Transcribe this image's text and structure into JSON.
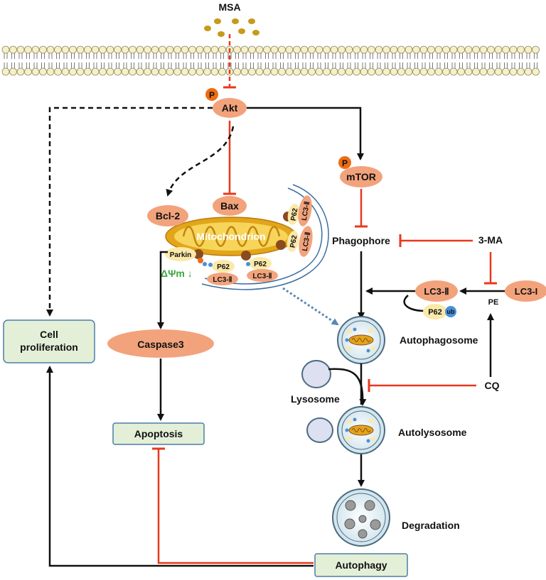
{
  "colors": {
    "inhibit": "#e8381e",
    "activate": "#111111",
    "node_fill": "#f2a37c",
    "box_fill": "#e4efd8",
    "box_stroke": "#4a7fa8",
    "phospho": "#ee6c13",
    "mito_outer": "#e3a519",
    "mito_inner": "#f7d55a",
    "mito_dot": "#8a4b1f",
    "membrane_head": "#f8f0c4",
    "drug_dot": "#c89a1a",
    "delta_text": "#3aa83a",
    "dotted_arrow": "#5a87b3",
    "ub_fill": "#4a90d9",
    "p62_fill": "#fbe9a9"
  },
  "labels": {
    "msa": "MSA",
    "p": "P",
    "akt": "Akt",
    "bcl2": "Bcl-2",
    "bax": "Bax",
    "mitochondrion": "Mitochondrion",
    "mtor": "mTOR",
    "phagophore": "Phagophore",
    "three_ma": "3-MA",
    "lc3_2": "LC3-Ⅱ",
    "lc3_1": "LC3-I",
    "pe": "PE",
    "p62": "P62",
    "ub": "ub",
    "parkin": "Parkin",
    "delta_psi": "ΔΨm ↓",
    "caspase3": "Caspase3",
    "cell_proliferation_1": "Cell",
    "cell_proliferation_2": "proliferation",
    "apoptosis": "Apoptosis",
    "autophagosome": "Autophagosome",
    "lysosome": "Lysosome",
    "cq": "CQ",
    "autolysosome": "Autolysosome",
    "degradation": "Degradation",
    "autophagy": "Autophagy"
  }
}
